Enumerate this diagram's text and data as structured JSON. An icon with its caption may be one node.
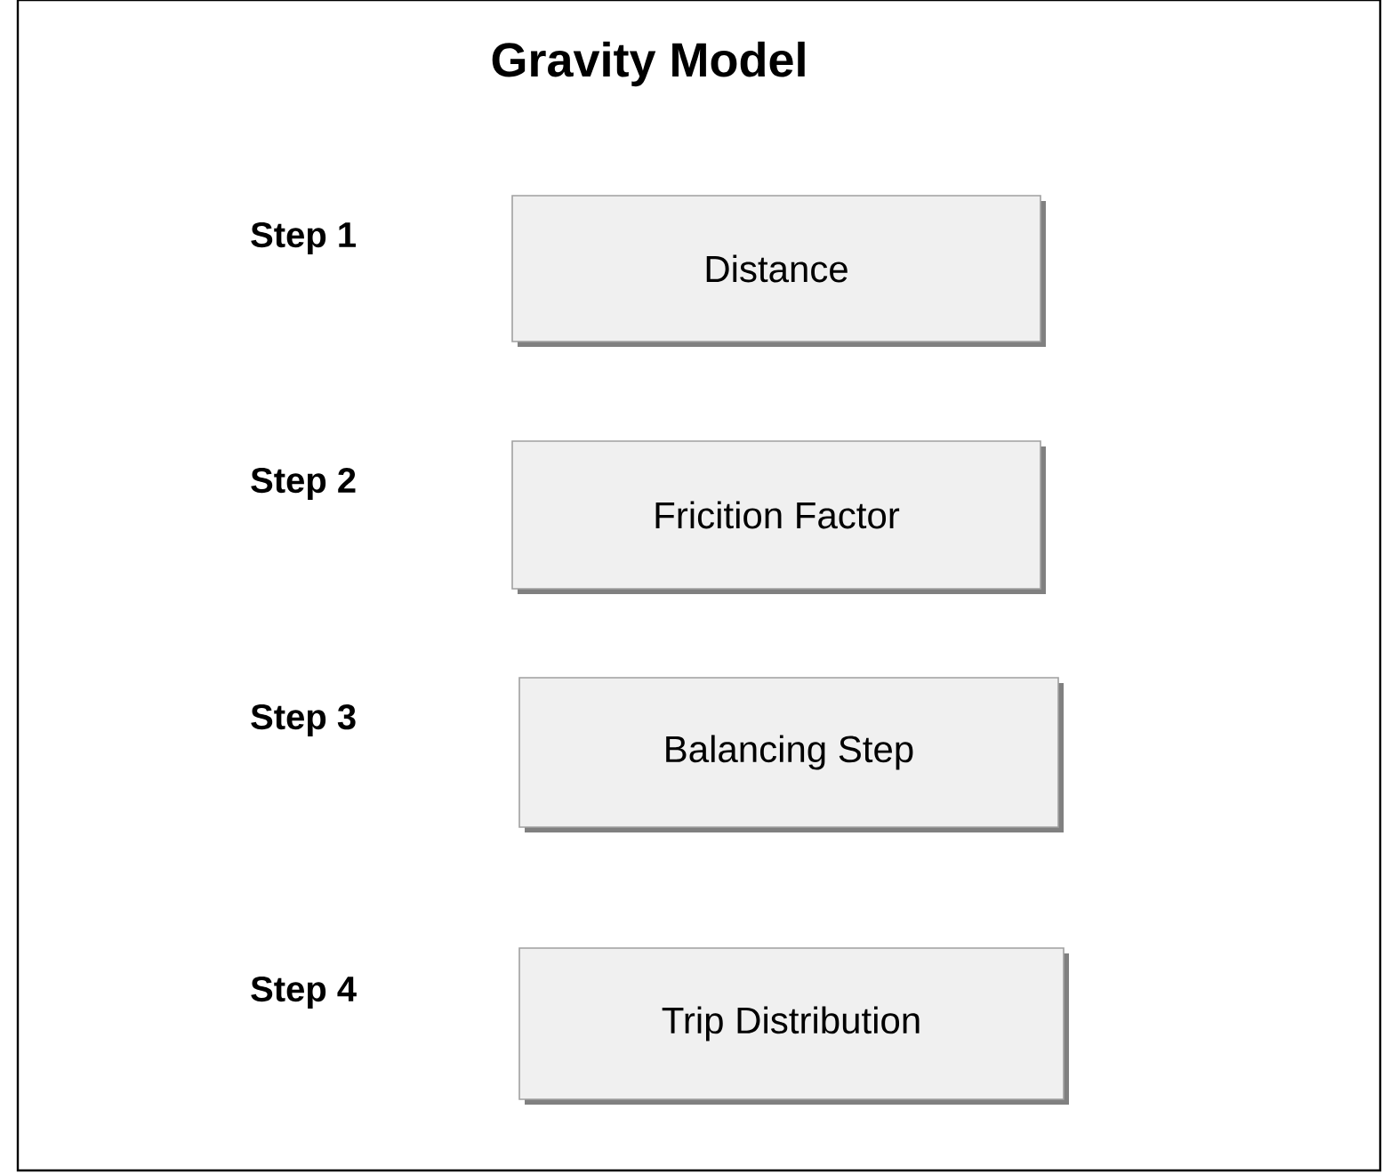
{
  "diagram": {
    "title": "Gravity Model",
    "nodes": [
      {
        "text": [
          "Distance"
        ]
      },
      {
        "text": [
          "Fricition Factor"
        ]
      },
      {
        "text": [
          "Balancing Step"
        ]
      },
      {
        "text": [
          "Trip Distribution"
        ]
      }
    ],
    "labels": [
      "Step 1",
      "Step 2",
      "Step 3",
      "Step 4"
    ]
  }
}
